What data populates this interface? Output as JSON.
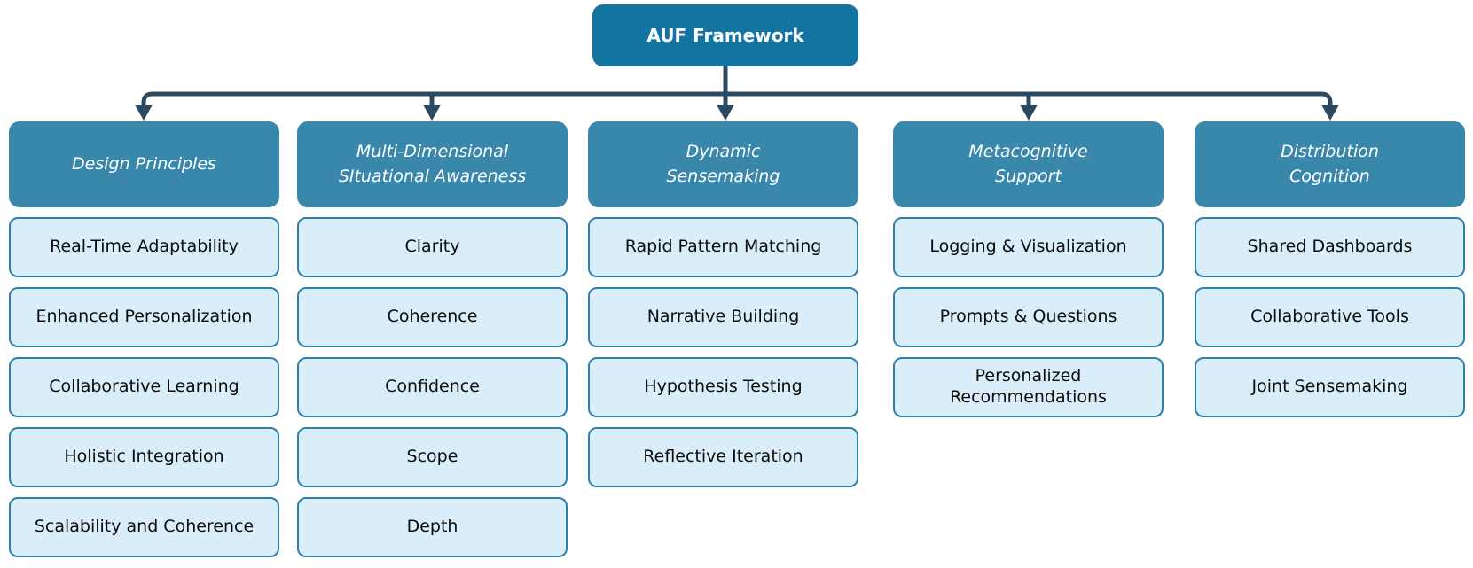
{
  "diagram": {
    "root": {
      "label": "AUF Framework"
    },
    "branches": [
      {
        "title": "Design Principles",
        "children": [
          "Real-Time Adaptability",
          "Enhanced Personalization",
          "Collaborative Learning",
          "Holistic Integration",
          "Scalability and Coherence"
        ]
      },
      {
        "title": "Multi-Dimensional\nSItuational Awareness",
        "children": [
          "Clarity",
          "Coherence",
          "Confidence",
          "Scope",
          "Depth"
        ]
      },
      {
        "title": "Dynamic\nSensemaking",
        "children": [
          "Rapid Pattern Matching",
          "Narrative Building",
          "Hypothesis Testing",
          "Reflective Iteration"
        ]
      },
      {
        "title": "Metacognitive\nSupport",
        "children": [
          "Logging & Visualization",
          "Prompts & Questions",
          "Personalized\nRecommendations"
        ]
      },
      {
        "title": "Distribution\nCognition",
        "children": [
          "Shared Dashboards",
          "Collaborative Tools",
          "Joint Sensemaking"
        ]
      }
    ]
  },
  "colors": {
    "root-fill": "#1474a1",
    "branch-fill": "#3987ab",
    "child-fill": "#daeefa",
    "child-border": "#2e80a8",
    "line-color": "#2b4a62",
    "root-text": "#ffffff",
    "branch-text": "#ffffff",
    "child-text": "#0b0b0b",
    "page-bg": "#ffffff"
  }
}
